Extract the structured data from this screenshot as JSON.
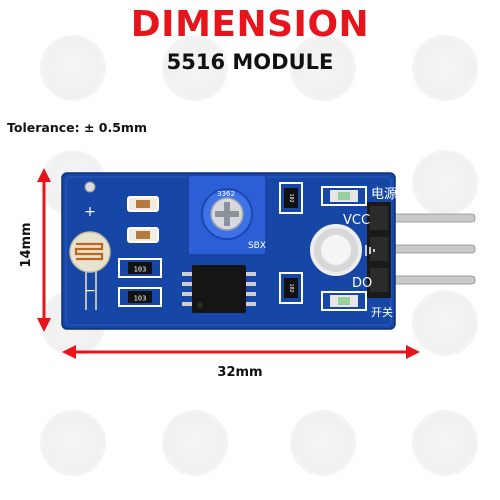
{
  "title": "DIMENSION",
  "subtitle": "5516 MODULE",
  "tolerance": "Tolerance: ± 0.5mm",
  "dimensions": {
    "height": "14mm",
    "width": "32mm"
  },
  "board": {
    "pot_code": "3362",
    "pot_text": "SBX",
    "resistor_1": "103",
    "resistor_2": "103",
    "resistor_3": "102",
    "resistor_4": "102",
    "power_label": "电源",
    "vcc_label": "VCC",
    "do_label": "DO",
    "switch_label": "开关",
    "plus_label": "+",
    "minus_label": "−"
  },
  "colors": {
    "title": "#e8141b",
    "pcb": "#1747a6",
    "pot": "#2c5fd6",
    "header": "#1a1a1a",
    "pin": "#c9c9c9",
    "arrow": "#e8141b"
  }
}
